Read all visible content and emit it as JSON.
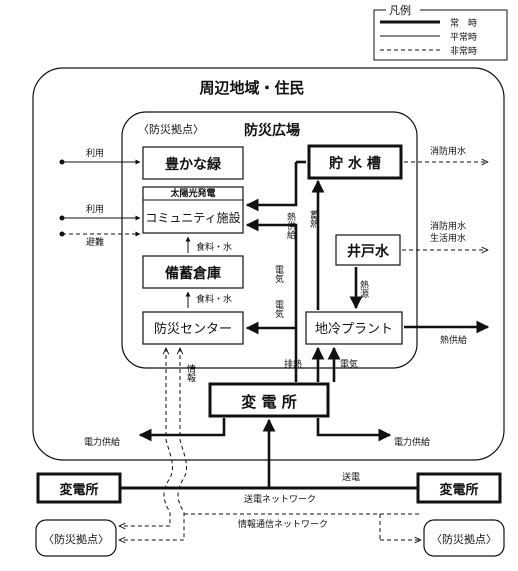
{
  "legend": {
    "title": "凡例",
    "normal": "常　時",
    "peace": "平常時",
    "emergency": "非常時"
  },
  "area": {
    "title": "周辺地域・住民"
  },
  "plaza": {
    "base_label": "〈防災拠点〉",
    "title": "防災広場"
  },
  "boxes": {
    "green": "豊かな緑",
    "solar": "太陽光発電",
    "community": "コミュニティ施設",
    "storage": "備蓄倉庫",
    "center": "防災センター",
    "tank": "貯 水 槽",
    "well": "井戸水",
    "plant": "地冷プラント",
    "substation_main": "変 電 所",
    "substation_left": "変電所",
    "substation_right": "変電所",
    "base_left": "〈防災拠点〉",
    "base_right": "〈防災拠点〉"
  },
  "labels": {
    "use1": "利用",
    "use2": "利用",
    "evac": "避難",
    "food_water1": "食料・水",
    "food_water2": "食料・水",
    "heat_supply_v": "熱供給",
    "heat_storage": "蓄熱",
    "elec1": "電気",
    "elec2": "電気",
    "heat_source": "熱源",
    "exhaust_heat": "排熱",
    "elec3": "電気",
    "info": "情報",
    "fire_water": "消防用水",
    "fire_life_water_1": "消防用水",
    "fire_life_water_2": "生活用水",
    "heat_supply_h": "熱供給",
    "power_supply_left": "電力供給",
    "power_supply_right": "電力供給",
    "transmission": "送電",
    "transmission_network": "送電ネットワーク",
    "info_network": "情報通信ネットワーク"
  }
}
